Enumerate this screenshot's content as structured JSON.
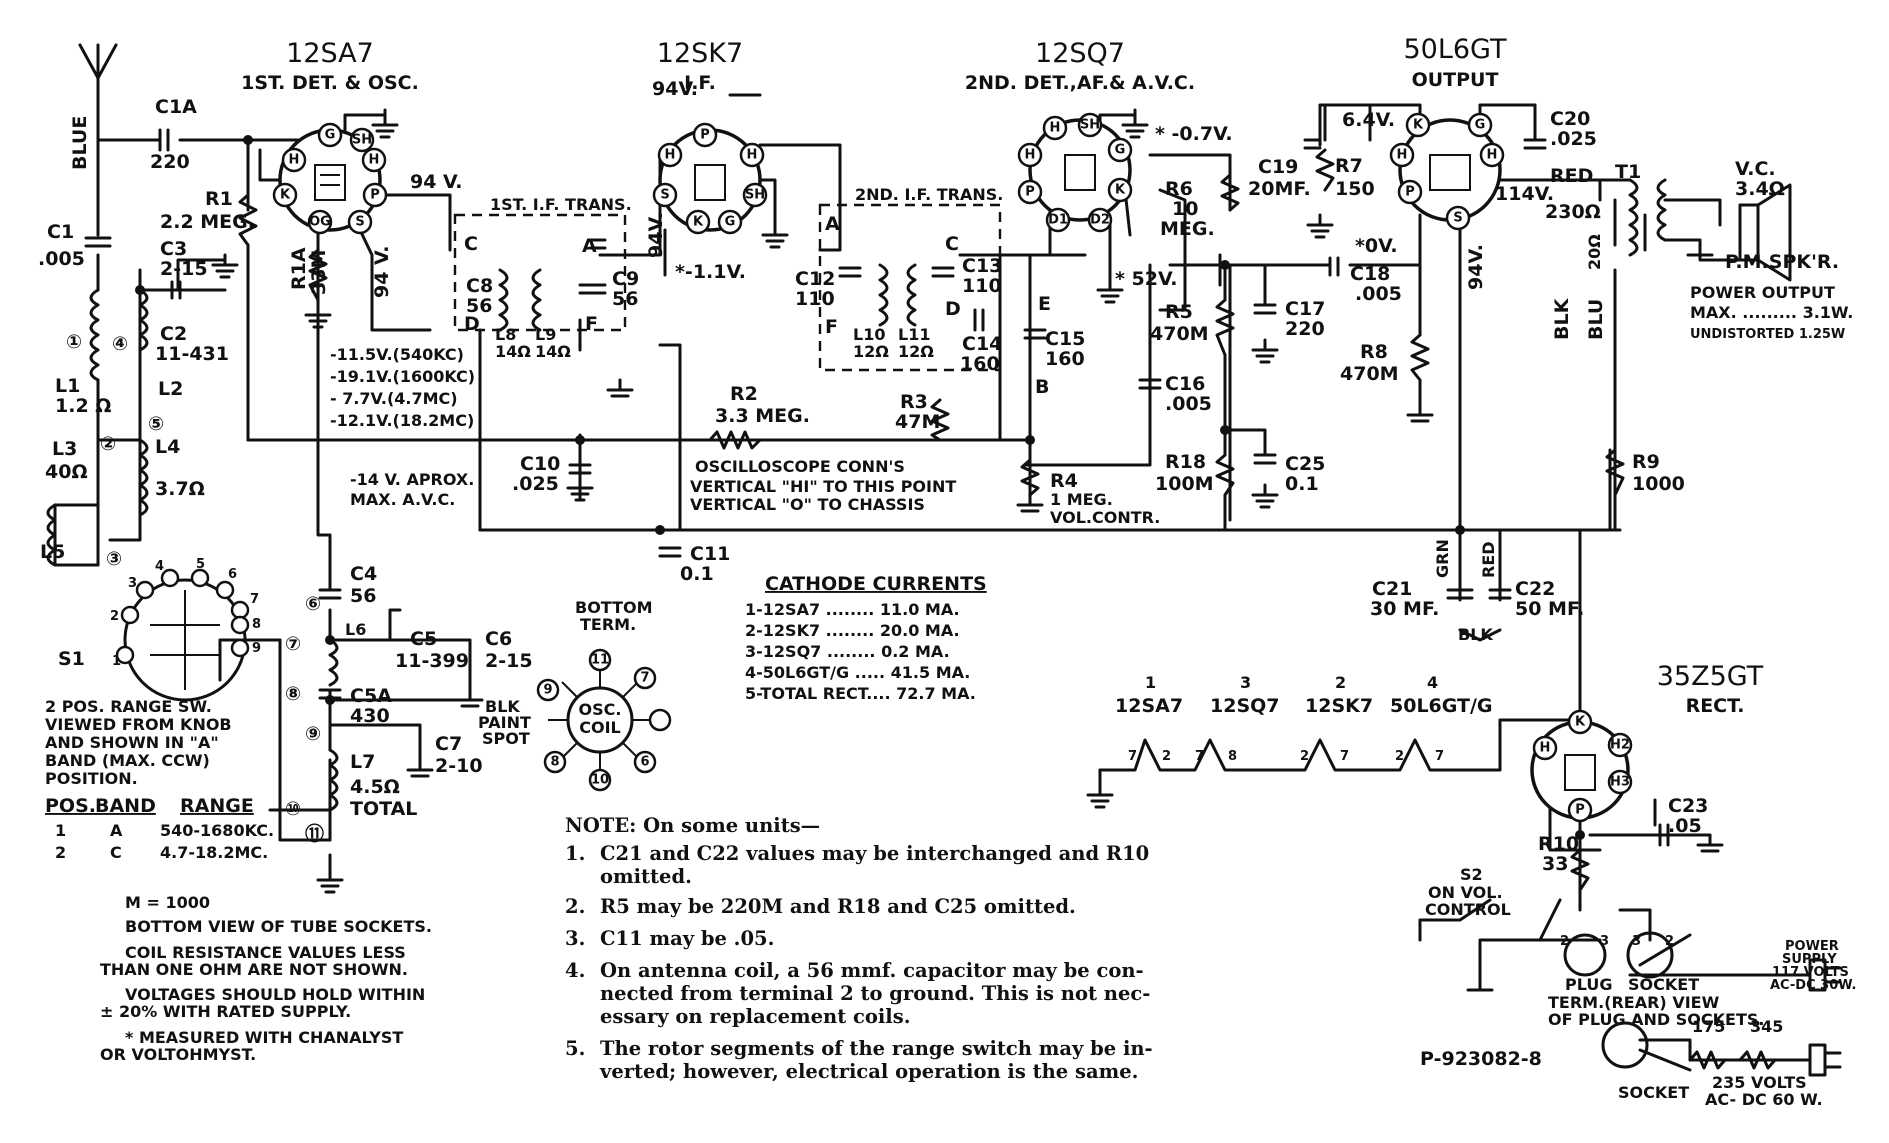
{
  "tubes": {
    "v1": {
      "type": "12SA7",
      "function": "1ST. DET. & OSC."
    },
    "v2": {
      "type": "12SK7",
      "function": "I.F."
    },
    "v3": {
      "type": "12SQ7",
      "function": "2ND. DET.,AF.& A.V.C."
    },
    "v4": {
      "type": "50L6GT",
      "function": "OUTPUT"
    },
    "v5": {
      "type": "35Z5GT",
      "function": "RECT."
    }
  },
  "labels": {
    "blue": "BLUE",
    "c1a": "C1A",
    "c1a_val": "220",
    "r1": "R1",
    "r1_val": "2.2 MEG.",
    "c1": "C1",
    "c1_val": ".005",
    "c3": "C3",
    "c3_val": "2-15",
    "c2": "C2",
    "c2_val": "11-431",
    "l1": "L1",
    "l1_val": "1.2 Ω",
    "l2": "L2",
    "l3": "L3",
    "l3_val": "40Ω",
    "l4": "L4",
    "l4_val": "3.7Ω",
    "l5": "L5",
    "r1a": "R1A",
    "r1a_val": "33M",
    "v94a": "94 V.",
    "v94b": "94 V.",
    "v94c": "94V.",
    "v94d": "94V.",
    "v94e": "94V.",
    "ift1": "1ST. I.F. TRANS.",
    "ift2": "2ND. I.F. TRANS.",
    "c8": "C8",
    "c8_val": "56",
    "c9": "C9",
    "c9_val": "56",
    "l8": "L8",
    "l8_val": "14Ω",
    "l9": "L9",
    "l9_val": "14Ω",
    "c12": "C12",
    "c12_val": "110",
    "c13": "C13",
    "c13_val": "110",
    "l10": "L10",
    "l10_val": "12Ω",
    "l11": "L11",
    "l11_val": "12Ω",
    "c14": "C14",
    "c14_val": "160",
    "c15": "C15",
    "c15_val": "160",
    "v11": "*-1.1V.",
    "v07": "* -0.7V.",
    "v52": "* 52V.",
    "v0": "*0V.",
    "v64": "6.4V.",
    "v114": "114V.",
    "c19": "C19",
    "c19_val": "20MF.",
    "r7": "R7",
    "r7_val": "150",
    "r6": "R6",
    "r6_val": "10",
    "r6_unit": "MEG.",
    "c20": "C20",
    "c20_val": ".025",
    "red": "RED",
    "t1": "T1",
    "ohm230": "230Ω",
    "ohm20": "20Ω",
    "vc": "V.C.",
    "vc_val": "3.4Ω",
    "spkr": "P.M.SPK'R.",
    "power_out_title": "POWER OUTPUT",
    "power_out_max": "MAX. ......... 3.1W.",
    "power_out_undist": "UNDISTORTED 1.25W",
    "blk": "BLK",
    "blu": "BLU",
    "grn": "GRN",
    "red2": "RED",
    "blk2": "BLK",
    "c18": "C18",
    "c18_val": ".005",
    "c17": "C17",
    "c17_val": "220",
    "r5": "R5",
    "r5_val": "470M",
    "r8": "R8",
    "r8_val": "470M",
    "c16": "C16",
    "c16_val": ".005",
    "r18": "R18",
    "r18_val": "100M",
    "c25": "C25",
    "c25_val": "0.1",
    "r9": "R9",
    "r9_val": "1000",
    "r2": "R2",
    "r2_val": "3.3 MEG.",
    "r3": "R3",
    "r3_val": "47M",
    "r4": "R4",
    "r4_val": "1 MEG.",
    "r4_name": "VOL.CONTR.",
    "osc1": "OSCILLOSCOPE CONN'S",
    "osc2": "VERTICAL \"HI\" TO THIS POINT",
    "osc3": "VERTICAL \"O\" TO CHASSIS",
    "c10": "C10",
    "c10_val": ".025",
    "c11": "C11",
    "c11_val": "0.1",
    "avc1": "-14 V. APROX.",
    "avc2": "MAX. A.V.C.",
    "osc_v1": "-11.5V.(540KC)",
    "osc_v2": "-19.1V.(1600KC)",
    "osc_v3": "- 7.7V.(4.7MC)",
    "osc_v4": "-12.1V.(18.2MC)",
    "c4": "C4",
    "c4_val": "56",
    "c5": "C5",
    "c5_val": "11-399",
    "c6": "C6",
    "c6_val": "2-15",
    "c5a": "C5A",
    "c5a_val": "430",
    "c7": "C7",
    "c7_val": "2-10",
    "l6": "L6",
    "l7": "L7",
    "l7_val": "4.5Ω",
    "l7_total": "TOTAL",
    "s1": "S1",
    "c21": "C21",
    "c21_val": "30 MF.",
    "c22": "C22",
    "c22_val": "50 MF.",
    "c23": "C23",
    "c23_val": ".05",
    "r10": "R10",
    "r10_val": "33",
    "s2a": "S2",
    "s2b": "ON VOL.",
    "s2c": "CONTROL",
    "plug": "PLUG",
    "socket": "SOCKET",
    "socket2": "SOCKET",
    "term1": "TERM.(REAR) VIEW",
    "term2": "OF PLUG AND SOCKETS.",
    "ps1": "POWER",
    "ps2": "SUPPLY",
    "ps3": "117 VOLTS",
    "ps4": "AC-DC 30W.",
    "r175": "175",
    "r345": "345",
    "v235a": "235 VOLTS",
    "v235b": "AC- DC 60 W.",
    "partno": "P-923082-8",
    "bottom_term1": "BOTTOM",
    "bottom_term2": "TERM.",
    "osc_coil1": "OSC.",
    "osc_coil2": "COIL",
    "blk_paint1": "BLK",
    "blk_paint2": "PAINT",
    "blk_paint3": "SPOT",
    "rs1": "2 POS. RANGE SW.",
    "rs2": "VIEWED FROM KNOB",
    "rs3": "AND SHOWN IN \"A\"",
    "rs4": "BAND (MAX. CCW)",
    "rs5": "POSITION.",
    "bl1": "M = 1000",
    "bl2": "BOTTOM VIEW OF TUBE SOCKETS.",
    "bl3": "COIL RESISTANCE VALUES LESS",
    "bl4": "THAN ONE OHM ARE NOT SHOWN.",
    "bl5": "VOLTAGES SHOULD HOLD WITHIN",
    "bl6": "± 20% WITH RATED SUPPLY.",
    "bl7": "* MEASURED WITH CHANALYST",
    "bl8": "OR VOLTOHMYST."
  },
  "range_table": {
    "headers": [
      "POS.",
      "BAND",
      "RANGE"
    ],
    "rows": [
      [
        "1",
        "A",
        "540-1680KC."
      ],
      [
        "2",
        "C",
        "4.7-18.2MC."
      ]
    ]
  },
  "cathode_currents": {
    "title": "CATHODE CURRENTS",
    "rows": [
      "1-12SA7 ........ 11.0 MA.",
      "2-12SK7 ........ 20.0 MA.",
      "3-12SQ7 ........ 0.2 MA.",
      "4-50L6GT/G ..... 41.5 MA.",
      "5-TOTAL RECT.... 72.7 MA."
    ]
  },
  "heater_string": {
    "tubes": [
      "12SA7",
      "12SQ7",
      "12SK7",
      "50L6GT/G"
    ],
    "positions": [
      "1",
      "3",
      "2",
      "4"
    ],
    "pins": [
      "7",
      "2",
      "7",
      "8",
      "2",
      "7",
      "2",
      "7"
    ]
  },
  "notes": {
    "title": "NOTE:  On some units—",
    "items": [
      {
        "num": "1.",
        "lines": [
          "C21 and C22 values may be interchanged and R10",
          "omitted."
        ]
      },
      {
        "num": "2.",
        "lines": [
          "R5 may be 220M and R18 and C25 omitted."
        ]
      },
      {
        "num": "3.",
        "lines": [
          "C11 may be .05."
        ]
      },
      {
        "num": "4.",
        "lines": [
          "On antenna coil, a 56 mmf. capacitor may be con-",
          "nected from terminal 2 to ground.  This is not nec-",
          "essary on replacement coils."
        ]
      },
      {
        "num": "5.",
        "lines": [
          "The rotor segments of the range switch may be in-",
          "verted; however, electrical operation is the same."
        ]
      }
    ]
  },
  "coil_terminals": [
    "①",
    "②",
    "③",
    "④",
    "⑤",
    "⑥",
    "⑦",
    "⑧",
    "⑨",
    "⑩",
    "⑪"
  ],
  "switch_pins": [
    "1",
    "2",
    "3",
    "4",
    "5",
    "6",
    "7",
    "8",
    "9"
  ]
}
